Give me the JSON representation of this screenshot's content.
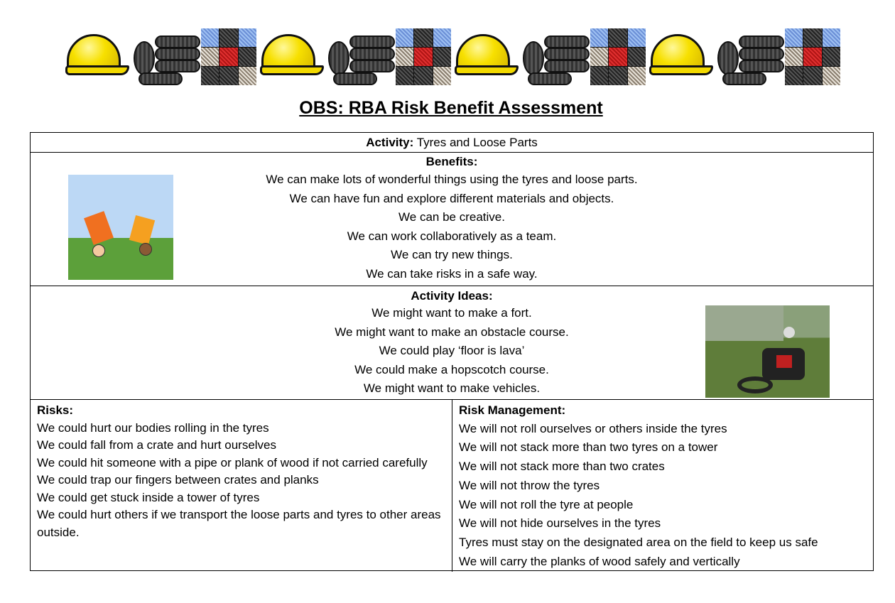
{
  "title": "OBS: RBA Risk Benefit Assessment",
  "banner_icons": [
    "hard-hat-icon",
    "tyres-icon",
    "crates-icon"
  ],
  "activity": {
    "label": "Activity:",
    "value": " Tyres and Loose Parts"
  },
  "benefits": {
    "heading": "Benefits:",
    "items": [
      "We can make lots of wonderful things using the tyres and loose parts.",
      "We can have fun and explore different materials and objects.",
      "We can be creative.",
      "We can work collaboratively as a team.",
      "We can try new things.",
      "We can take risks in a safe way."
    ]
  },
  "ideas": {
    "heading": "Activity Ideas:",
    "items": [
      "We might want to make a fort.",
      "We might want to make an obstacle course.",
      "We could play ‘floor is lava’",
      "We could make a hopscotch course.",
      "We might want to make vehicles."
    ]
  },
  "risks": {
    "heading": "Risks:",
    "items": [
      "We could hurt our bodies rolling in the tyres",
      "We could fall from a crate and hurt ourselves",
      "We could hit someone with a pipe or plank of wood if not carried carefully",
      "We could trap our fingers between crates and planks",
      "We could get stuck inside a tower of tyres",
      "We could hurt others if we transport the loose parts and tyres to other areas outside."
    ]
  },
  "management": {
    "heading": "Risk Management:",
    "items": [
      "We will not roll ourselves or others inside the tyres",
      "We will not stack more than two tyres on a tower",
      "We will not stack more than two crates",
      "We will not throw the tyres",
      "We will not roll the tyre at people",
      "We will not hide ourselves in the tyres",
      "Tyres must stay on the designated area on the field to keep us safe",
      "We will carry the planks of wood safely and vertically"
    ]
  }
}
